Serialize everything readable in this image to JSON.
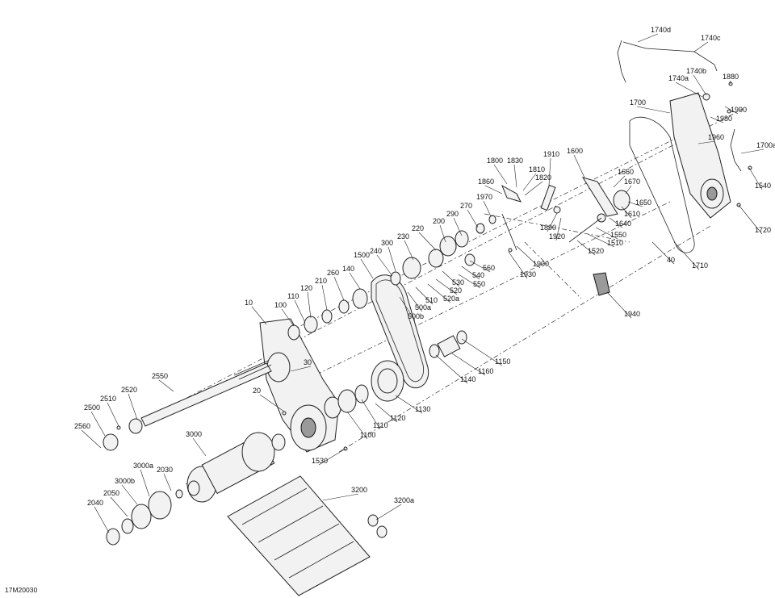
{
  "diagram": {
    "figure_id": "17M20030",
    "callouts": [
      "1740d",
      "1740c",
      "1740b",
      "1740a",
      "1880",
      "1700",
      "1990",
      "1980",
      "1960",
      "1700a",
      "1540",
      "1720",
      "1710",
      "1800",
      "1830",
      "1810",
      "1820",
      "1860",
      "1910",
      "1600",
      "1660",
      "1670",
      "1610",
      "1650",
      "1640",
      "1550",
      "1510",
      "1520",
      "1970",
      "270",
      "290",
      "200",
      "220",
      "230",
      "300",
      "240",
      "560",
      "540",
      "530",
      "550",
      "520",
      "520a",
      "510",
      "500a",
      "500b",
      "1890",
      "1920",
      "1900",
      "1930",
      "40",
      "1940",
      "1500",
      "140",
      "260",
      "210",
      "120",
      "110",
      "100",
      "10",
      "30",
      "1150",
      "1160",
      "1140",
      "1130",
      "1120",
      "1110",
      "1100",
      "2550",
      "2520",
      "2510",
      "2500",
      "2560",
      "20",
      "1530",
      "3000",
      "3000a",
      "2030",
      "3000b",
      "2050",
      "2040",
      "3200",
      "3200a"
    ]
  }
}
